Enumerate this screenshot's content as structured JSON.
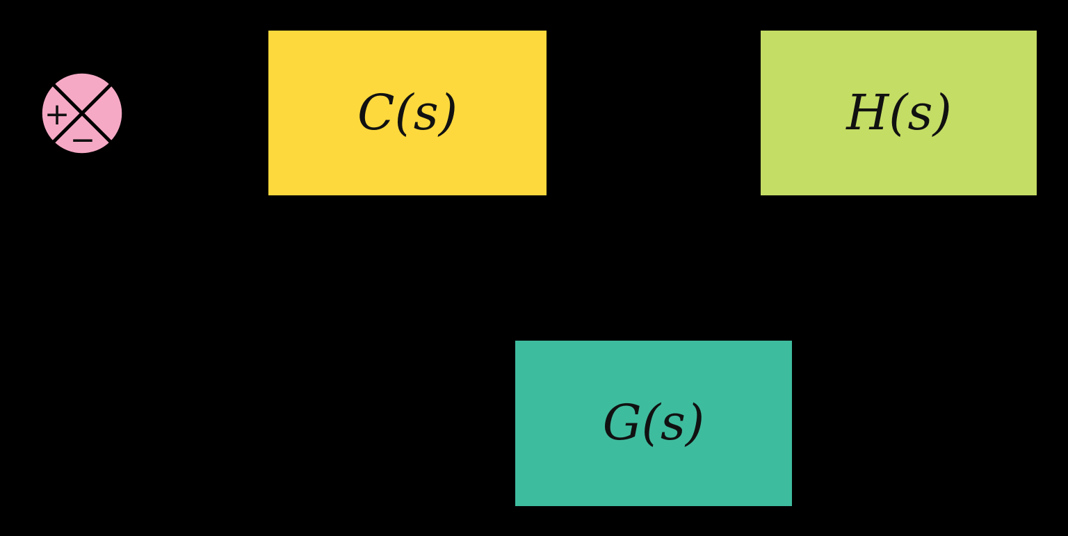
{
  "diagram": {
    "type": "control-system-block-diagram",
    "background_color": "#000000",
    "summing_junction": {
      "shape": "circle-with-diagonal-cross",
      "fill_color": "#f6a9c5",
      "plus_label": "+",
      "minus_label": "−"
    },
    "blocks": [
      {
        "label": "C(s)",
        "fill_color": "#fdd93d"
      },
      {
        "label": "H(s)",
        "fill_color": "#c4dd65"
      },
      {
        "label": "G(s)",
        "fill_color": "#3ebc9e"
      }
    ]
  }
}
